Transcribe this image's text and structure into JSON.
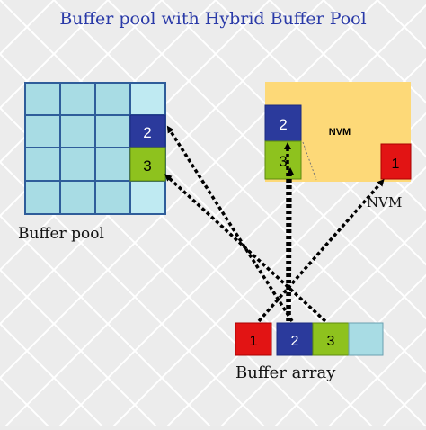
{
  "title": "Buffer pool with Hybrid Buffer Pool",
  "buffer_pool": {
    "caption": "Buffer pool",
    "page_2_label": "2",
    "page_3_label": "3"
  },
  "nvm": {
    "box_label": "NVM",
    "caption": "NVM",
    "page_2_label": "2",
    "page_3_label": "3",
    "page_1_label": "1"
  },
  "buffer_array": {
    "caption": "Buffer array",
    "slots": [
      "1",
      "2",
      "3",
      ""
    ]
  },
  "colors": {
    "grid_cell": "#a8dce4",
    "grid_line": "#2f5d9a",
    "blue_page": "#2b3a9c",
    "green_page": "#8ec21e",
    "red_page": "#e21414",
    "nvm_fill": "#fdd978",
    "title": "#2a3aa8"
  }
}
